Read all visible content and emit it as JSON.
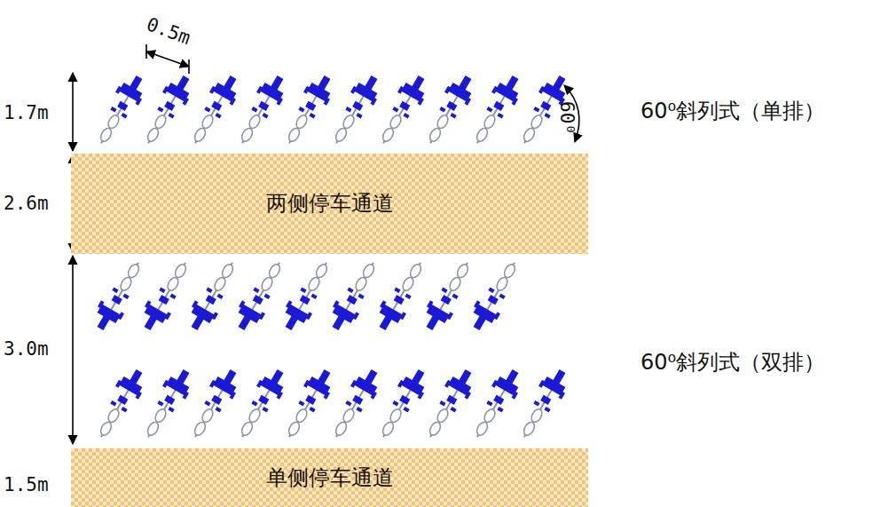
{
  "diagram": {
    "nodes": [
      {
        "text": [
          "两侧停车通道"
        ]
      },
      {
        "text": [
          "单侧停车通道"
        ]
      }
    ],
    "labels": [
      "0.5m",
      "1.7m",
      "2.6m",
      "3.0m",
      "1.5m",
      "60⁰",
      "60⁰斜列式（单排）",
      "60⁰斜列式（双排）"
    ]
  }
}
